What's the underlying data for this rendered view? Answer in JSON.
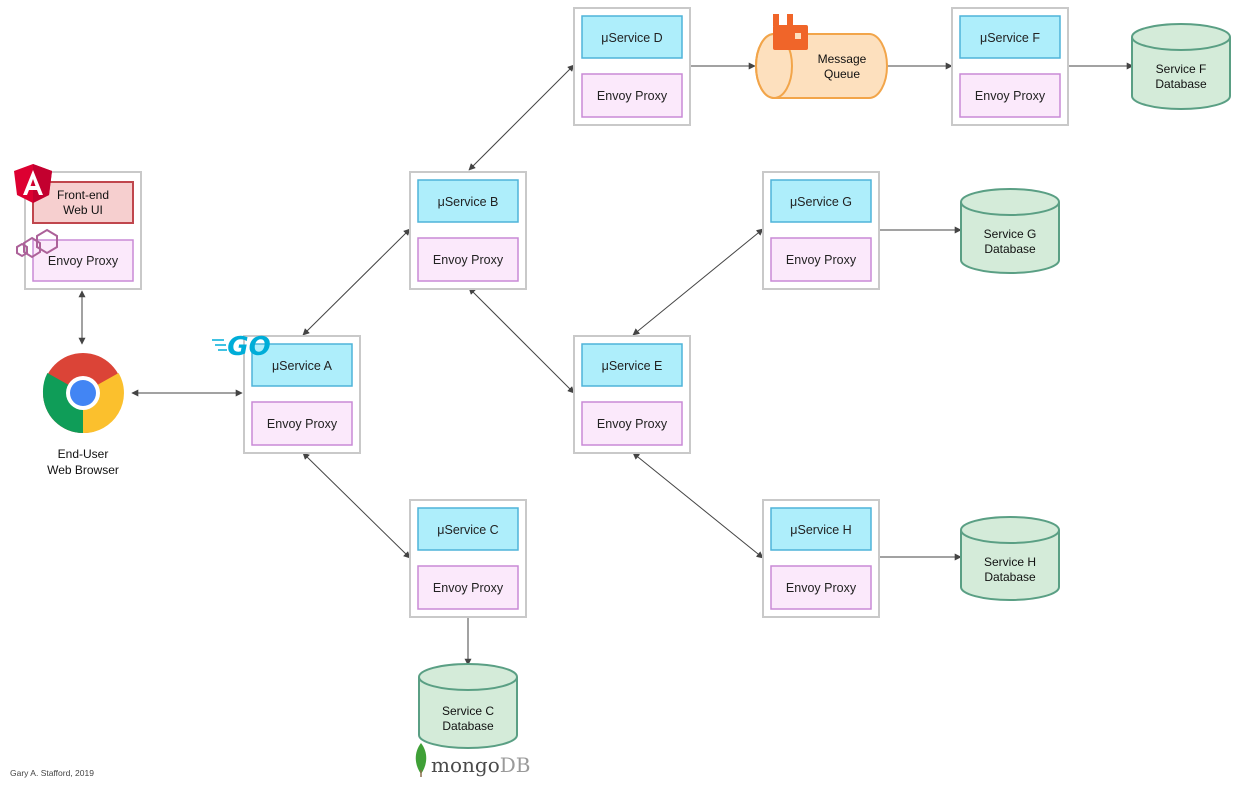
{
  "colors": {
    "service_fill": "#aeeefb",
    "service_stroke": "#4fb3d9",
    "proxy_fill": "#fbe9fb",
    "proxy_stroke": "#c98ad6",
    "container_stroke": "#c9c9c9",
    "db_fill": "#d4ebd9",
    "db_stroke": "#5a9f84",
    "queue_fill": "#fde0be",
    "queue_stroke": "#f2a54a",
    "frontend_fill": "#f6cfcf",
    "frontend_stroke": "#c0464d",
    "edge": "#444444"
  },
  "frontend": {
    "ui_label_line1": "Front-end",
    "ui_label_line2": "Web UI",
    "proxy_label": "Envoy Proxy"
  },
  "browser": {
    "label_line1": "End-User",
    "label_line2": "Web Browser"
  },
  "services": [
    {
      "id": "A",
      "label": "μService A",
      "proxy_label": "Envoy Proxy"
    },
    {
      "id": "B",
      "label": "μService B",
      "proxy_label": "Envoy Proxy"
    },
    {
      "id": "C",
      "label": "μService C",
      "proxy_label": "Envoy Proxy"
    },
    {
      "id": "D",
      "label": "μService D",
      "proxy_label": "Envoy Proxy"
    },
    {
      "id": "E",
      "label": "μService E",
      "proxy_label": "Envoy Proxy"
    },
    {
      "id": "F",
      "label": "μService F",
      "proxy_label": "Envoy Proxy"
    },
    {
      "id": "G",
      "label": "μService G",
      "proxy_label": "Envoy Proxy"
    },
    {
      "id": "H",
      "label": "μService H",
      "proxy_label": "Envoy Proxy"
    }
  ],
  "queue": {
    "label_line1": "Message",
    "label_line2": "Queue"
  },
  "databases": [
    {
      "id": "C",
      "line1": "Service C",
      "line2": "Database"
    },
    {
      "id": "F",
      "line1": "Service F",
      "line2": "Database"
    },
    {
      "id": "G",
      "line1": "Service G",
      "line2": "Database"
    },
    {
      "id": "H",
      "line1": "Service H",
      "line2": "Database"
    }
  ],
  "logos": {
    "angular": "angular-logo",
    "envoy": "envoy-logo",
    "go": "go-logo",
    "chrome": "chrome-logo",
    "rabbitmq": "rabbitmq-logo",
    "mongodb": "mongodb-logo",
    "mongo_text": "mongo",
    "mongo_db_text": "DB",
    "go_text": "GO"
  },
  "credit": "Gary A. Stafford, 2019"
}
